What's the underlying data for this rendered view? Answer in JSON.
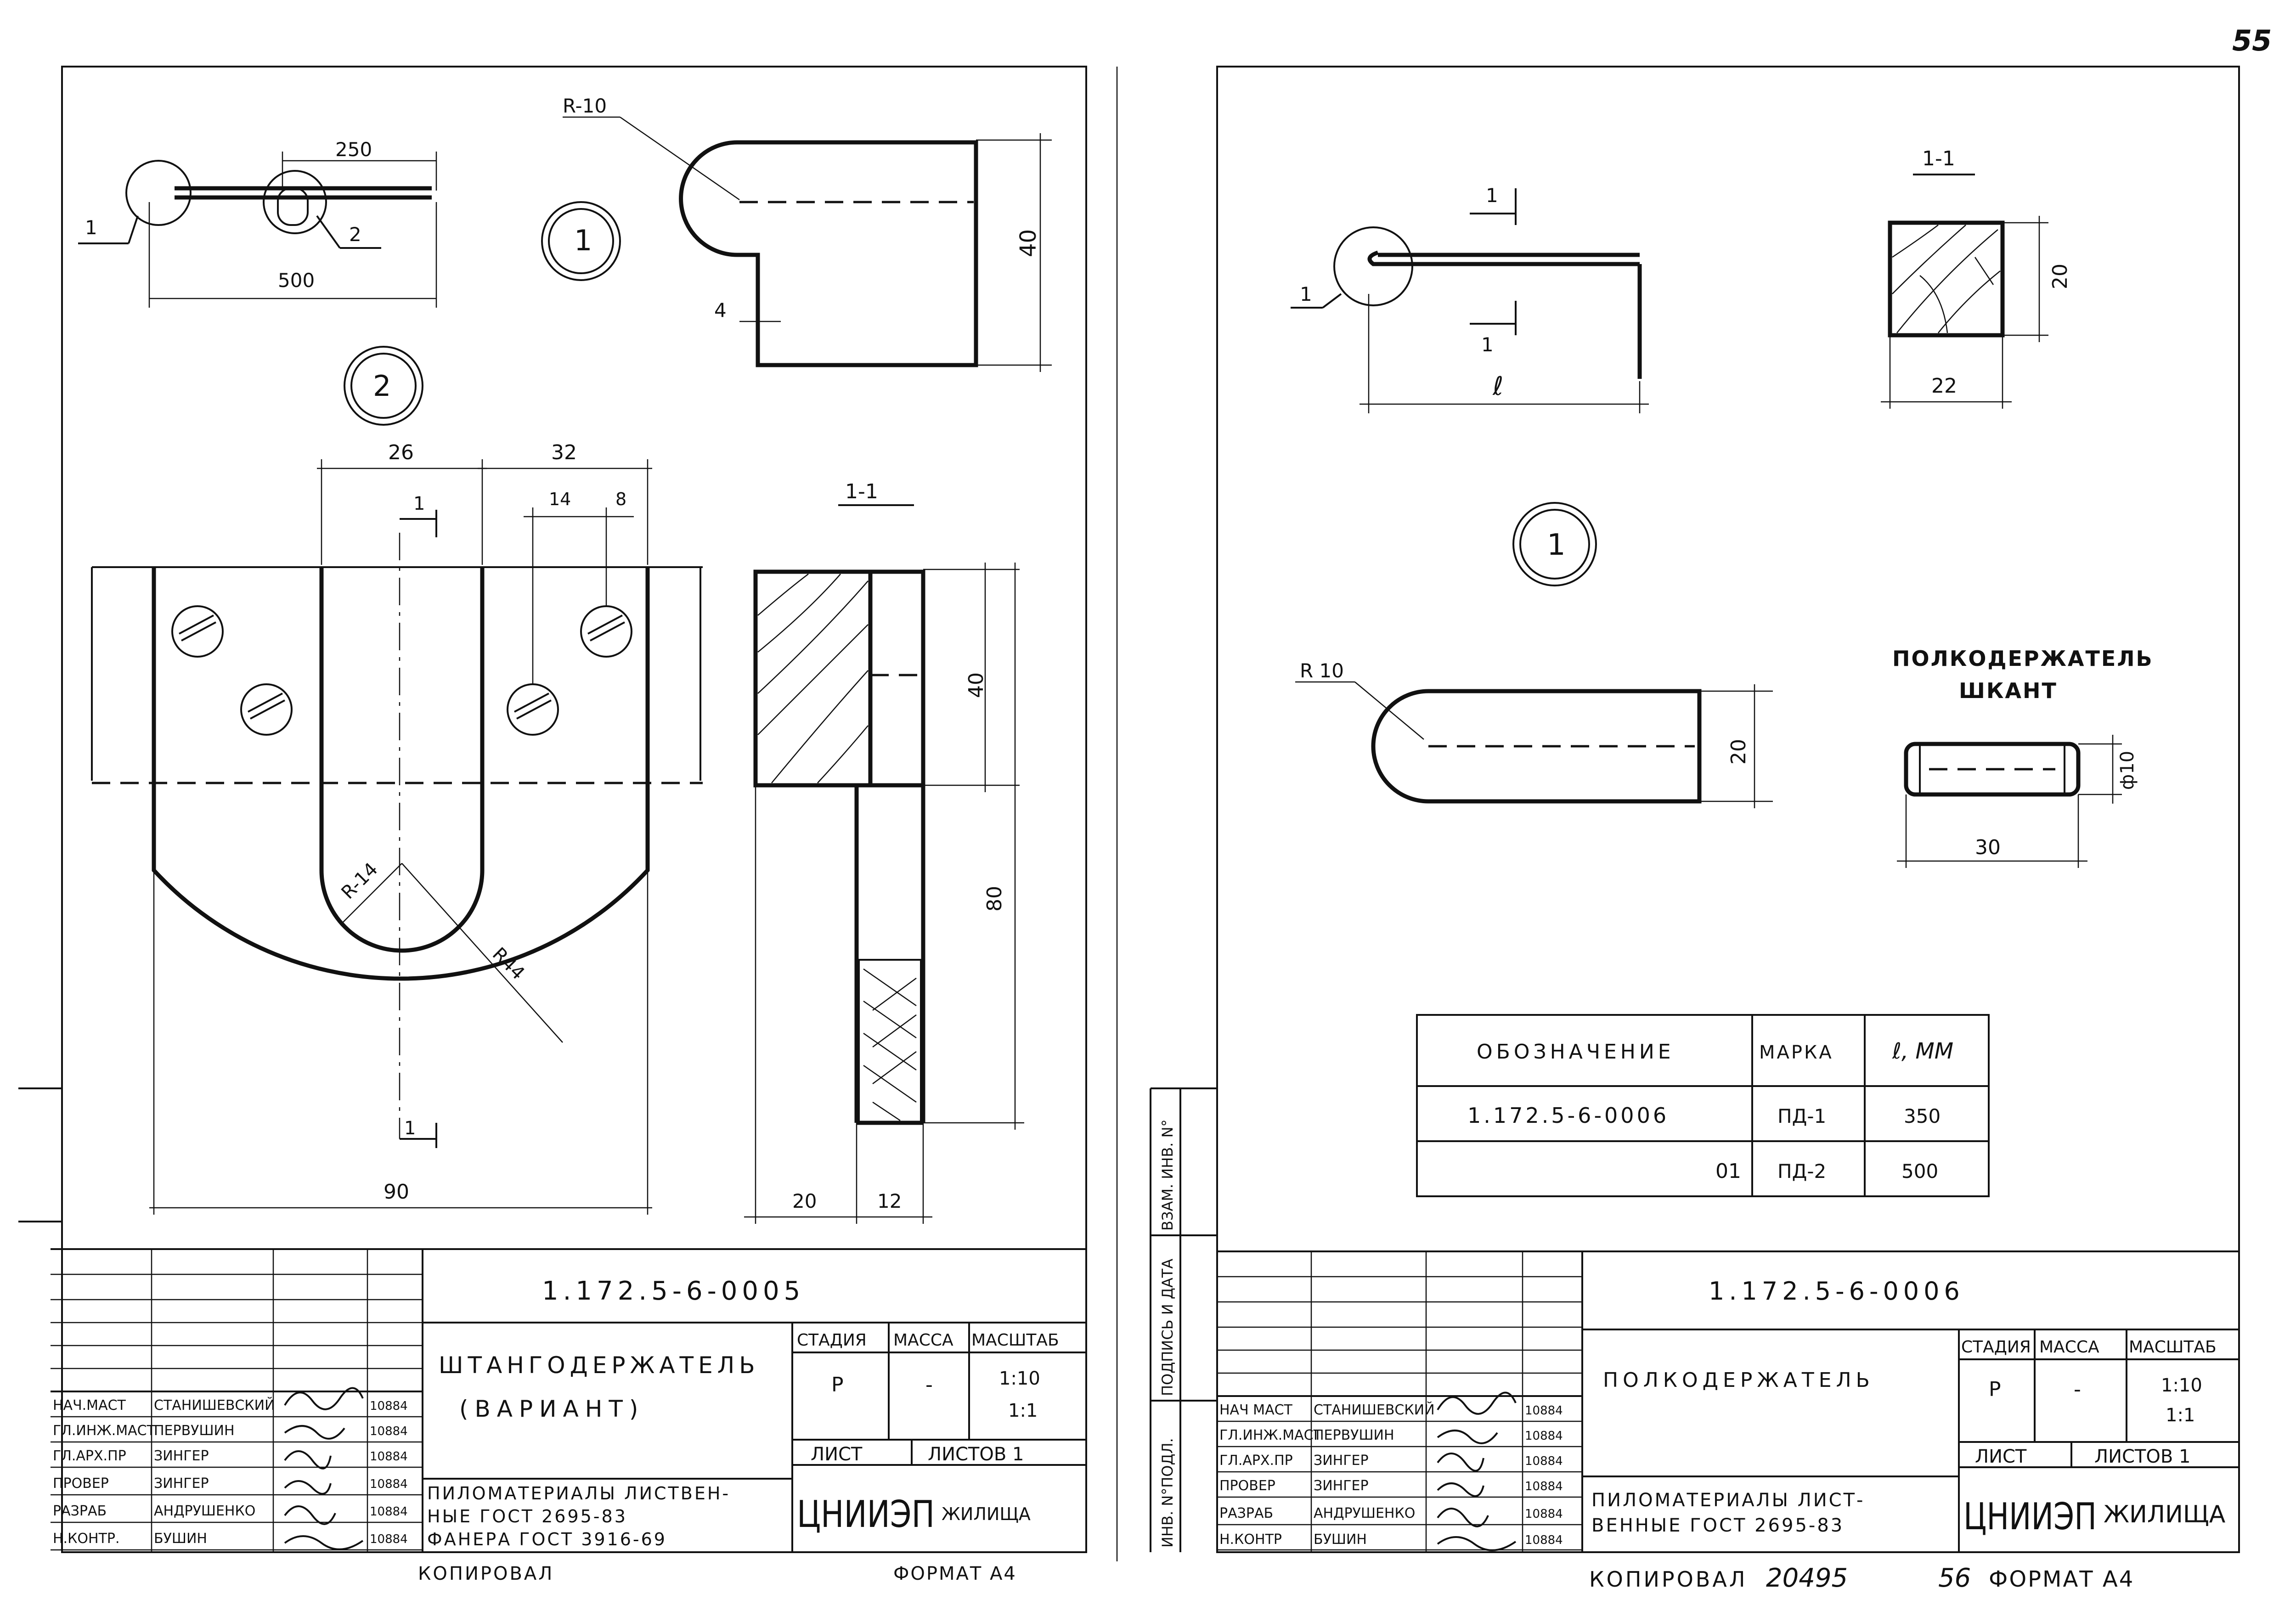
{
  "page_number": "55",
  "left_sheet": {
    "doc_code": "1.172.5-6-0005",
    "title_line1": "ШТАНГОДЕРЖАТЕЛЬ",
    "title_line2": "(ВАРИАНТ)",
    "material_line1": "ПИЛОМАТЕРИАЛЫ ЛИСТВЕН-",
    "material_line2": "НЫЕ ГОСТ 2695-83",
    "material_line3": "ФАНЕРА ГОСТ 3916-69",
    "stage_header": "СТАДИЯ",
    "mass_header": "МАССА",
    "scale_header": "МАСШТАБ",
    "stage": "Р",
    "mass": "-",
    "scale1": "1:10",
    "scale2": "1:1",
    "sheet_label": "ЛИСТ",
    "sheets_label": "ЛИСТОВ 1",
    "org": "ЦНИИЭП",
    "org_suffix": "ЖИЛИЩА",
    "copied": "КОПИРОВАЛ",
    "format": "ФОРМАТ А4",
    "staff": [
      {
        "role": "НАЧ.МАСТ",
        "name": "СТАНИШЕВСКИЙ",
        "date": "10884"
      },
      {
        "role": "ГЛ.ИНЖ.МАСТ",
        "name": "ПЕРВУШИН",
        "date": "10884"
      },
      {
        "role": "ГЛ.АРХ.ПР",
        "name": "ЗИНГЕР",
        "date": "10884"
      },
      {
        "role": "ПРОВЕР",
        "name": "ЗИНГЕР",
        "date": "10884"
      },
      {
        "role": "РАЗРАБ",
        "name": "АНДРУШЕНКО",
        "date": "10884"
      },
      {
        "role": "Н.КОНТР.",
        "name": "БУШИН",
        "date": "10884"
      }
    ],
    "labels": {
      "d250": "250",
      "d500": "500",
      "pos1": "1",
      "pos2": "2",
      "r10": "R-10",
      "d40a": "40",
      "d4": "4",
      "mark1": "1",
      "mark2": "2",
      "d26": "26",
      "d32": "32",
      "d14": "14",
      "d8": "8",
      "cut1": "1",
      "cut1b": "1",
      "section": "1-1",
      "r14": "R-14",
      "r44": "R44",
      "d90": "90",
      "d40b": "40",
      "d80": "80",
      "d20": "20",
      "d12": "12"
    }
  },
  "right_sheet": {
    "doc_code": "1.172.5-6-0006",
    "title": "ПОЛКОДЕРЖАТЕЛЬ",
    "material_line1": "ПИЛОМАТЕРИАЛЫ ЛИСТ-",
    "material_line2": "ВЕННЫЕ ГОСТ 2695-83",
    "stage_header": "СТАДИЯ",
    "mass_header": "МАССА",
    "scale_header": "МАСШТАБ",
    "stage": "Р",
    "mass": "-",
    "scale1": "1:10",
    "scale2": "1:1",
    "sheet_label": "ЛИСТ",
    "sheets_label": "ЛИСТОВ 1",
    "org": "ЦНИИЭП",
    "org_suffix": "ЖИЛИЩА",
    "copied": "КОПИРОВАЛ",
    "copy_number": "20495",
    "sheet_num": "56",
    "format": "ФОРМАТ А4",
    "side_labels": [
      "ИНВ. N°ПОДЛ.",
      "ПОДПИСЬ И ДАТА",
      "ВЗАМ. ИНВ. N°"
    ],
    "staff": [
      {
        "role": "НАЧ МАСТ",
        "name": "СТАНИШЕВСКИЙ",
        "date": "10884"
      },
      {
        "role": "ГЛ.ИНЖ.МАСТ",
        "name": "ПЕРВУШИН",
        "date": "10884"
      },
      {
        "role": "ГЛ.АРХ.ПР",
        "name": "ЗИНГЕР",
        "date": "10884"
      },
      {
        "role": "ПРОВЕР",
        "name": "ЗИНГЕР",
        "date": "10884"
      },
      {
        "role": "РАЗРАБ",
        "name": "АНДРУШЕНКО",
        "date": "10884"
      },
      {
        "role": "Н.КОНТР",
        "name": "БУШИН",
        "date": "10884"
      }
    ],
    "table": {
      "headers": [
        "ОБОЗНАЧЕНИЕ",
        "МАРКА",
        "ℓ, ММ"
      ],
      "rows": [
        [
          "1.172.5-6-0006",
          "ПД-1",
          "350"
        ],
        [
          "01",
          "ПД-2",
          "500"
        ]
      ]
    },
    "labels": {
      "cut1": "1",
      "cut1b": "1",
      "pos1": "1",
      "l": "ℓ",
      "section": "1-1",
      "d20": "20",
      "d22": "22",
      "mark1": "1",
      "r10": "R 10",
      "d20b": "20",
      "shkant1": "ПОЛКОДЕРЖАТЕЛЬ",
      "shkant2": "ШКАНТ",
      "d10": "ф10",
      "d30": "30"
    }
  }
}
